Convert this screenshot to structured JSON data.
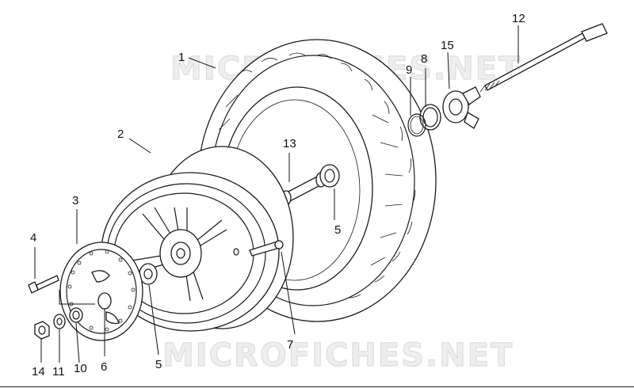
{
  "watermark": {
    "text_top": "MICROFICHES.NET",
    "text_bottom": "MICROFICHES.NET"
  },
  "callouts": {
    "c1": "1",
    "c2": "2",
    "c3": "3",
    "c4": "4",
    "c5a": "5",
    "c5b": "5",
    "c6": "6",
    "c7": "7",
    "c8": "8",
    "c9": "9",
    "c10": "10",
    "c11": "11",
    "c12": "12",
    "c13": "13",
    "c14": "14",
    "c15": "15"
  }
}
